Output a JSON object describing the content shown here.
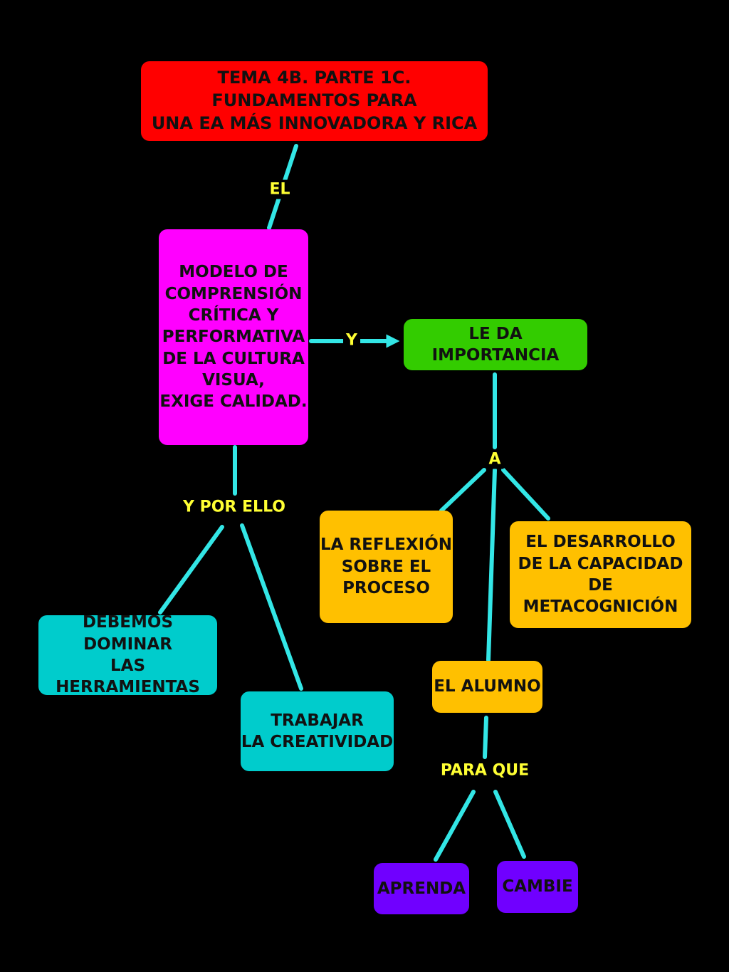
{
  "colors": {
    "background": "#000000",
    "title": "#ff0000",
    "model": "#ff00ff",
    "importance": "#33cc00",
    "amber": "#ffc000",
    "teal": "#00cccc",
    "violet": "#7000ff",
    "link": "#33e6e6",
    "label": "#ffff33"
  },
  "nodes": {
    "title": "TEMA 4B. PARTE 1C. FUNDAMENTOS PARA\nUNA EA MÁS INNOVADORA Y RICA",
    "model": "MODELO DE\n COMPRENSIÓN\nCRÍTICA Y\nPERFORMATIVA\nDE LA CULTURA\nVISUA,\nEXIGE CALIDAD.",
    "importance": "LE DA IMPORTANCIA",
    "reflexion": "LA REFLEXIÓN\nSOBRE EL\nPROCESO",
    "desarrollo": "EL DESARROLLO\nDE LA CAPACIDAD\nDE METACOGNICIÓN",
    "alumno": "EL ALUMNO",
    "herramientas": "DEBEMOS DOMINAR\nLAS HERRAMIENTAS",
    "creatividad": "TRABAJAR\nLA CREATIVIDAD",
    "aprenda": "APRENDA",
    "cambie": "CAMBIE"
  },
  "labels": {
    "el": "EL",
    "y": "Y",
    "a": "A",
    "y_por_ello": "Y POR ELLO",
    "para_que": "PARA QUE"
  }
}
